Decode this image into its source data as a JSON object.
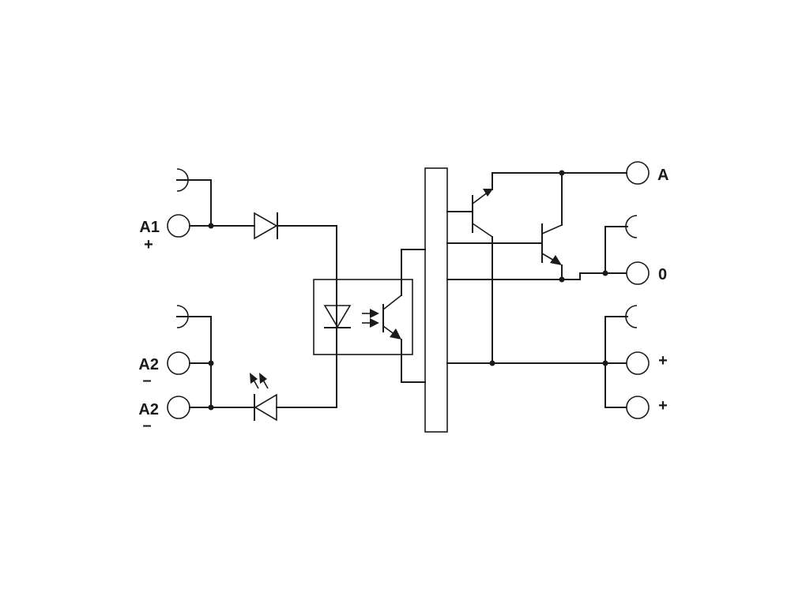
{
  "terminals": {
    "a1": {
      "name": "A1",
      "polarity": "+"
    },
    "a2_upper": {
      "name": "A2",
      "polarity": "–"
    },
    "a2_lower": {
      "name": "A2",
      "polarity": "–"
    },
    "out_a": {
      "name": "A"
    },
    "out_0": {
      "name": "0"
    },
    "supply_1": {
      "name": "+"
    },
    "supply_2": {
      "name": "+"
    }
  },
  "colors": {
    "line": "#1a1a1a",
    "background": "#ffffff"
  },
  "components": [
    "input-diode",
    "status-led",
    "optocoupler",
    "isolation-barrier",
    "output-transistor-driver",
    "output-transistor-power"
  ]
}
